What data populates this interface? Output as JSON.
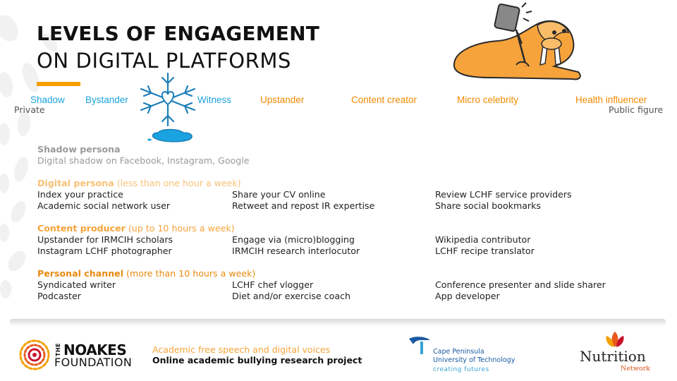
{
  "title": {
    "line1": "LEVELS OF ENGAGEMENT",
    "line2": "ON DIGITAL PLATFORMS"
  },
  "levels": [
    "Shadow",
    "Bystander",
    "Witness",
    "Upstander",
    "Content creator",
    "Micro celebrity",
    "Health influencer"
  ],
  "scale": {
    "left": "Private",
    "right": "Public figure"
  },
  "sections": {
    "shadow": {
      "heading": "Shadow persona",
      "line": "Digital shadow on Facebook, Instagram, Google"
    },
    "digital": {
      "heading": "Digital persona",
      "note": " (less than one hour a week)",
      "rows": [
        [
          "Index your practice",
          "Share your CV online",
          "Review LCHF service providers"
        ],
        [
          "Academic social network user",
          "Retweet and repost IR expertise",
          "Share social bookmarks"
        ]
      ]
    },
    "content": {
      "heading": "Content producer",
      "note": " (up to 10 hours a week)",
      "rows": [
        [
          "Upstander for IRMCIH scholars",
          "Engage via (micro)blogging",
          "Wikipedia contributor"
        ],
        [
          "Instagram LCHF photographer",
          "IRMCIH research interlocutor",
          "LCHF recipe translator"
        ]
      ]
    },
    "personal": {
      "heading": "Personal channel",
      "note": " (more than 10 hours a week)",
      "rows": [
        [
          "Syndicated writer",
          "LCHF chef vlogger",
          "Conference presenter and slide sharer"
        ],
        [
          "Podcaster",
          "Diet and/or exercise coach",
          "App developer"
        ]
      ]
    }
  },
  "footer": {
    "noakes_the": "THE",
    "noakes_name": "NOAKES",
    "noakes_foundation": "FOUNDATION",
    "tagline1": "Academic free speech and digital voices",
    "tagline2": "Online academic bullying research project",
    "cput1": "Cape Peninsula",
    "cput2": "University of Technology",
    "cput3": "creating futures",
    "nn1": "Nutrition",
    "nn2": "Network"
  },
  "colors": {
    "accent": "#f5a000",
    "blue": "#1aa3e0",
    "orange": "#f08a00",
    "peach": "#f9c176"
  },
  "icons": [
    "snowflake-heart-icon",
    "walrus-selfie-icon",
    "noakes-logo-icon",
    "cput-logo-icon",
    "nutrition-network-logo-icon"
  ]
}
